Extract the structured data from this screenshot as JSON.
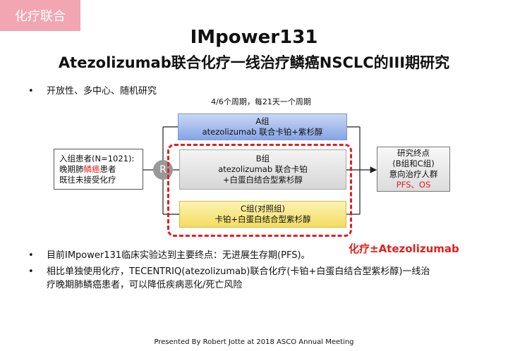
{
  "corner_tag": "化疗联合",
  "title_line1": "IMpower131",
  "title_line2": "Atezolizumab联合化疗一线治疗鳞癌NSCLC的III期研究",
  "bullets_top": [
    "开放性、多中心、随机研究"
  ],
  "cycle_label": "4/6个周期，每21天一个周期",
  "patient_box": {
    "line1": "入组患者(N=1021):",
    "line2_prefix": "晚期肺",
    "line2_highlight": "鳞癌",
    "line2_suffix": "患者",
    "line3": "既往未接受化疗"
  },
  "randomization": "R",
  "arms": {
    "a": {
      "name": "A组",
      "regimen": "atezolizumab 联合卡铂+紫杉醇"
    },
    "b": {
      "name": "B组",
      "regimen": "atezolizumab 联合卡铂",
      "regimen2": "+白蛋白结合型紫杉醇"
    },
    "c": {
      "name": "C组(对照组)",
      "regimen": "卡铂+白蛋白结合型紫杉醇"
    }
  },
  "endpoints": {
    "line1": "研究终点",
    "line2": "(B组和C组)",
    "line3": "意向治疗人群",
    "line4": "PFS、OS"
  },
  "combo_label": "化疗±Atezolizumab",
  "bullets_bottom": [
    "目前IMpower131临床实验达到主要终点：无进展生存期(PFS)。",
    "相比单独使用化疗，TECENTRIQ(atezolizumab)联合化疗(卡铂+白蛋白结合型紫杉醇)一线治",
    "疗晚期肺鳞癌患者，可以降低疾病恶化/死亡风险"
  ],
  "footer": "Presented By Robert Jotte at 2018 ASCO Annual Meeting",
  "colors": {
    "accent_red": "#e02020",
    "corner_pink": "#f2a6b2",
    "arm_a_blue": "#86a5e6",
    "arm_c_yellow": "#f3dd60"
  }
}
